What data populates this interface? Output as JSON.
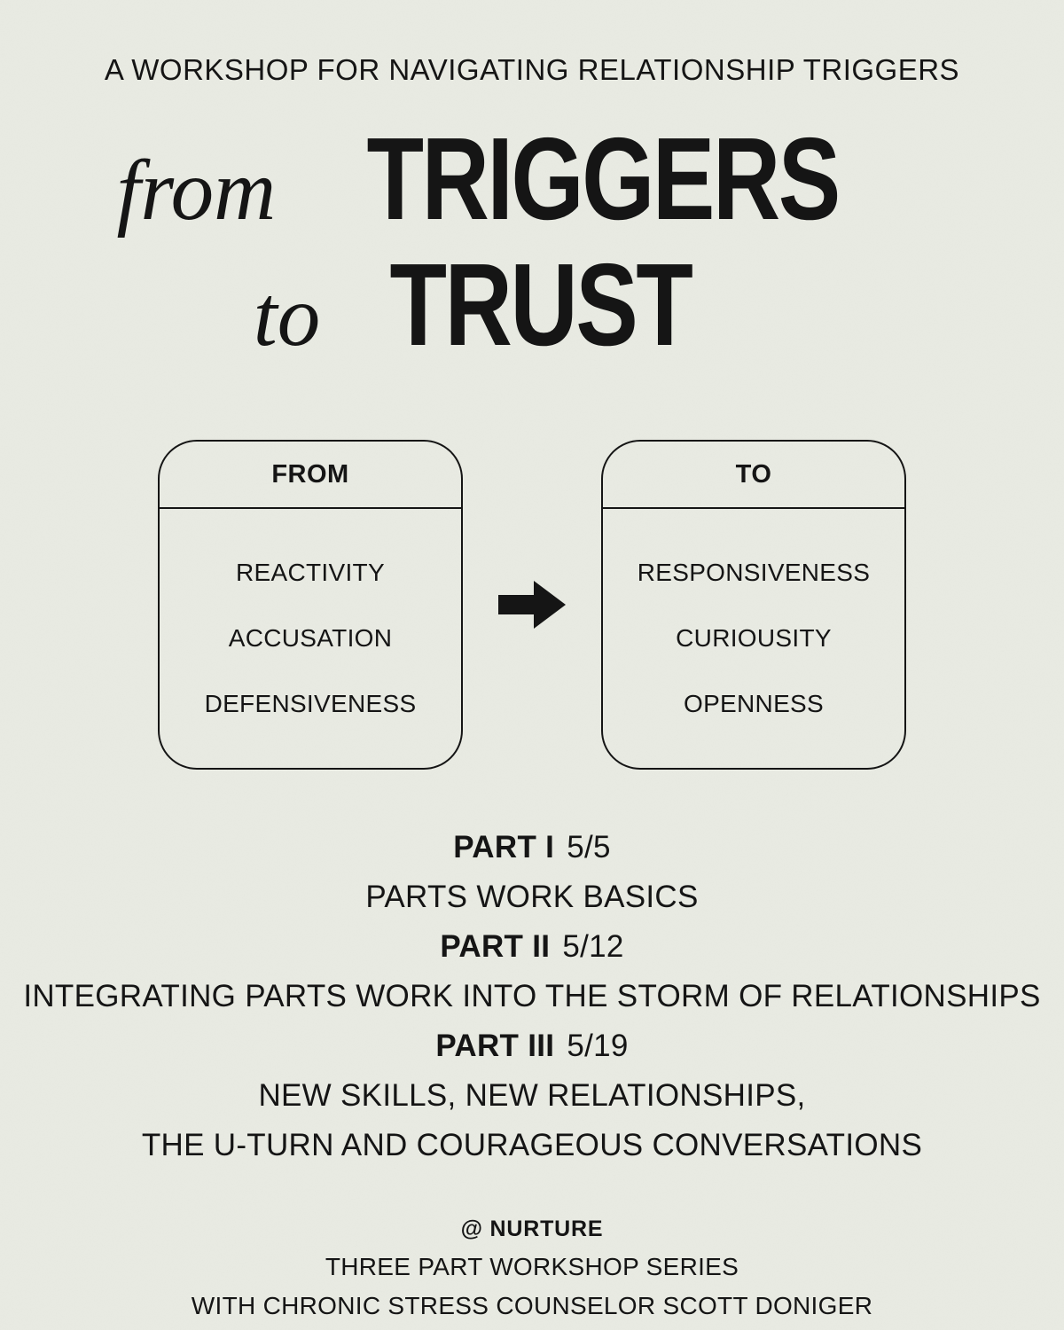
{
  "poster": {
    "tagline": "A WORKSHOP FOR NAVIGATING RELATIONSHIP TRIGGERS",
    "title": {
      "from_word": "from",
      "triggers_word": "TRIGGERS",
      "to_word": "to",
      "trust_word": "TRUST"
    },
    "comparison": {
      "from_box": {
        "header": "FROM",
        "items": [
          "REACTIVITY",
          "ACCUSATION",
          "DEFENSIVENESS"
        ]
      },
      "arrow_icon": "arrow-right",
      "to_box": {
        "header": "TO",
        "items": [
          "RESPONSIVENESS",
          "CURIOUSITY",
          "OPENNESS"
        ]
      }
    },
    "schedule": [
      {
        "part": "PART I",
        "date": "5/5",
        "description": "PARTS WORK BASICS"
      },
      {
        "part": "PART II",
        "date": "5/12",
        "description": "INTEGRATING PARTS WORK INTO THE STORM OF RELATIONSHIPS"
      },
      {
        "part": "PART III",
        "date": "5/19",
        "description": "NEW SKILLS, NEW RELATIONSHIPS,",
        "description2": "THE U-TURN AND COURAGEOUS CONVERSATIONS"
      }
    ],
    "footer": {
      "venue": "@ NURTURE",
      "series": "THREE PART WORKSHOP SERIES",
      "facilitator": "WITH CHRONIC STRESS COUNSELOR SCOTT DONIGER"
    },
    "colors": {
      "background": "#e9ebe3",
      "text": "#151515"
    }
  }
}
